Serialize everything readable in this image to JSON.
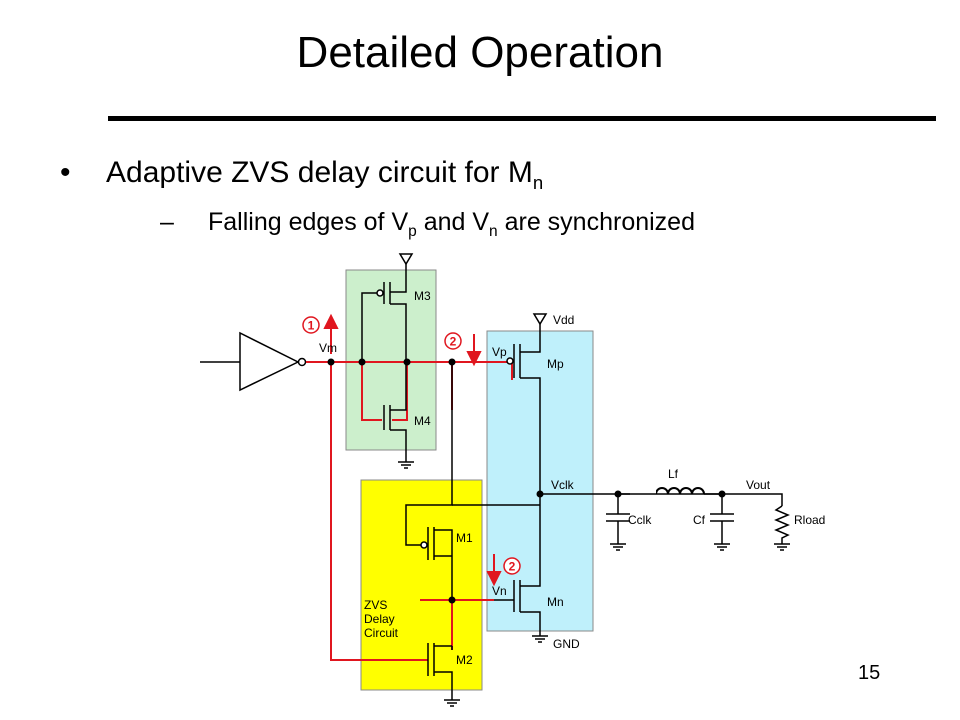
{
  "slide": {
    "title": "Detailed Operation",
    "bullet1": {
      "marker": "•",
      "text": "Adaptive ZVS delay circuit for M",
      "sub": "n"
    },
    "bullet2": {
      "marker": "–",
      "part1": "Falling edges of V",
      "sub1": "p",
      "part2": " and V",
      "sub2": "n",
      "part3": " are synchronized"
    },
    "page_number": "15"
  },
  "circuit": {
    "labels": {
      "vm": "Vm",
      "m3": "M3",
      "m4": "M4",
      "m1": "M1",
      "m2": "M2",
      "vdd": "Vdd",
      "vp": "Vp",
      "mp": "Mp",
      "vclk": "Vclk",
      "vn": "Vn",
      "mn": "Mn",
      "gnd": "GND",
      "lf": "Lf",
      "vout": "Vout",
      "cclk": "Cclk",
      "cf": "Cf",
      "rload": "Rload",
      "zvs_line1": "ZVS",
      "zvs_line2": "Delay",
      "zvs_line3": "Circuit",
      "marker1": "1",
      "marker2a": "2",
      "marker2b": "2"
    },
    "colors": {
      "signal_red": "#e0161f",
      "green_box": "#ccefcc",
      "cyan_box": "#bff0fb",
      "yellow_box": "#ffff00",
      "wire": "#000000"
    }
  }
}
